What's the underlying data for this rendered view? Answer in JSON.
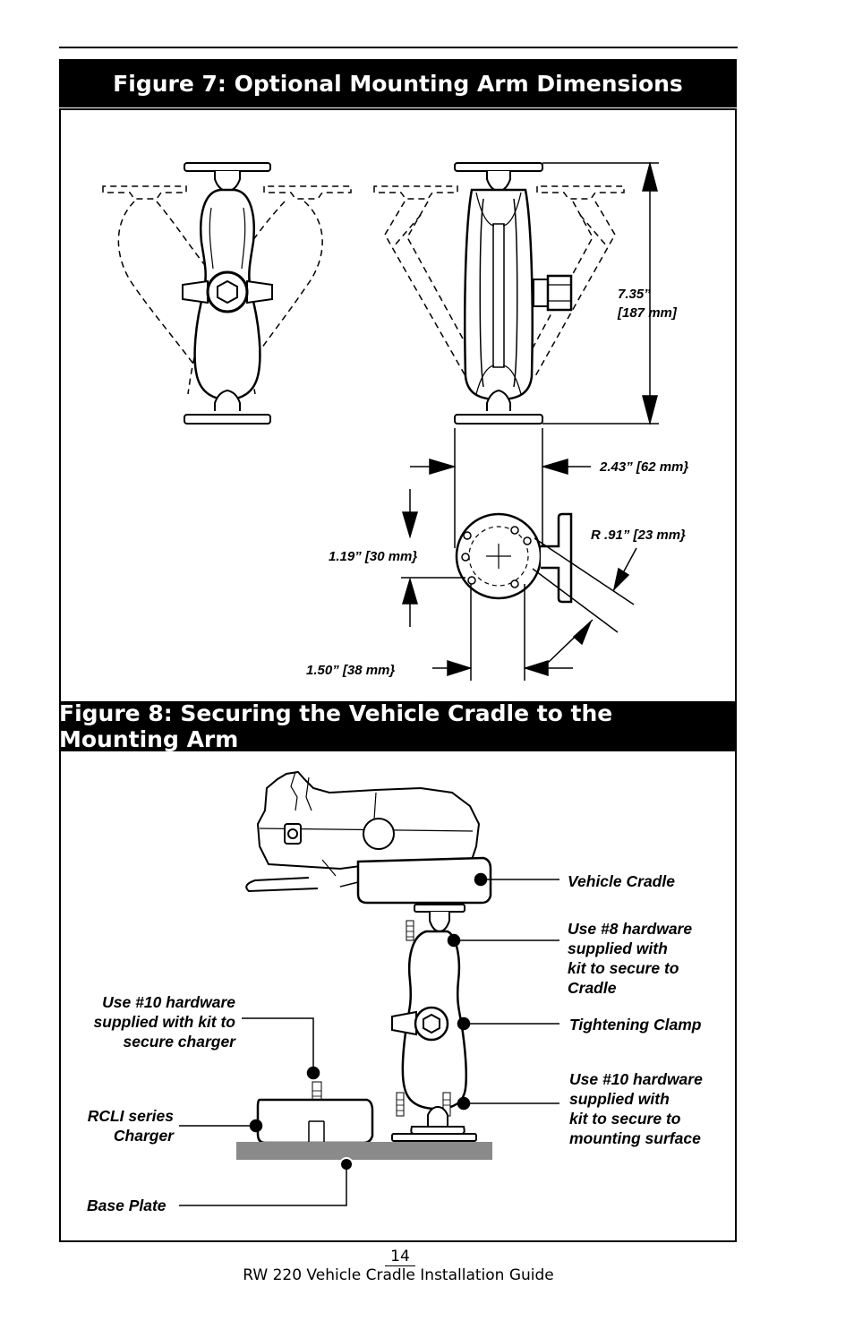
{
  "figure7": {
    "title": "Figure 7: Optional Mounting Arm Dimensions",
    "dimensions": {
      "height": "7.35”\n[187 mm]",
      "width": "2.43” [62 mm}",
      "radius": "R .91” [23 mm}",
      "hole_spacing_vertical": "1.19” [30 mm}",
      "hole_spacing_horizontal": "1.50” [38 mm}"
    }
  },
  "figure8": {
    "title": "Figure 8: Securing the Vehicle Cradle to the Mounting Arm",
    "callouts": {
      "vehicle_cradle": "Vehicle Cradle",
      "hardware_8": "Use #8 hardware\nsupplied with\nkit to secure to\nCradle",
      "tightening_clamp": "Tightening Clamp",
      "hardware_10_surface": "Use #10 hardware\nsupplied with\nkit to secure to\nmounting surface",
      "hardware_10_charger": "Use #10 hardware\nsupplied with kit to\nsecure charger",
      "charger": "RCLI series\nCharger",
      "base_plate": "Base Plate"
    }
  },
  "footer": {
    "page_number": "14",
    "guide_title": "RW 220 Vehicle Cradle Installation Guide"
  }
}
